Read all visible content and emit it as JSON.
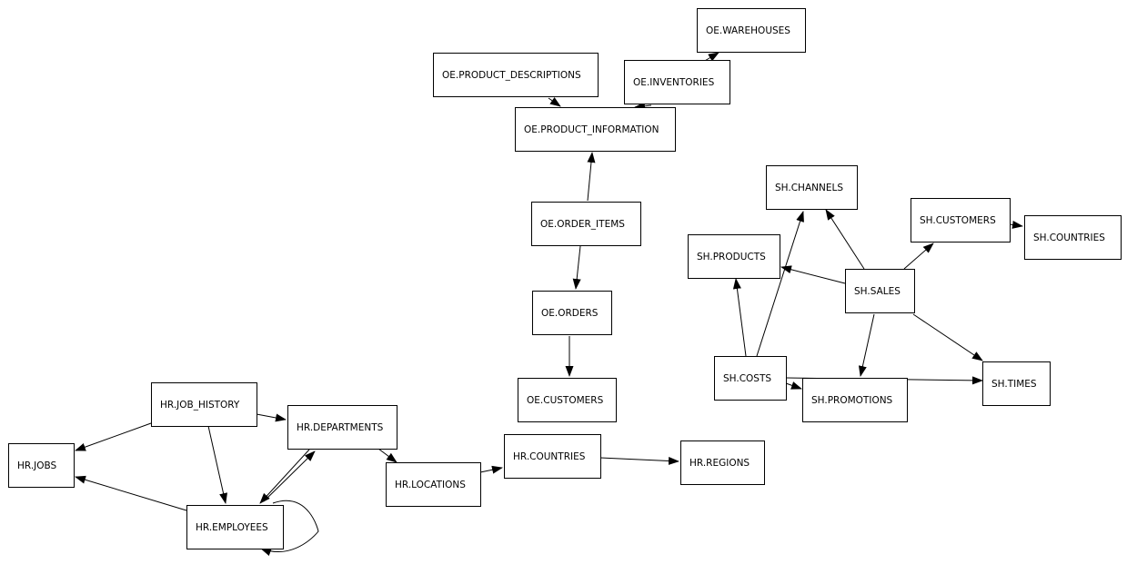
{
  "diagram": {
    "nodes": [
      {
        "id": "oe_warehouses",
        "label": "OE.WAREHOUSES"
      },
      {
        "id": "oe_product_descriptions",
        "label": "OE.PRODUCT_DESCRIPTIONS"
      },
      {
        "id": "oe_inventories",
        "label": "OE.INVENTORIES"
      },
      {
        "id": "oe_product_information",
        "label": "OE.PRODUCT_INFORMATION"
      },
      {
        "id": "oe_order_items",
        "label": "OE.ORDER_ITEMS"
      },
      {
        "id": "oe_orders",
        "label": "OE.ORDERS"
      },
      {
        "id": "oe_customers",
        "label": "OE.CUSTOMERS"
      },
      {
        "id": "sh_channels",
        "label": "SH.CHANNELS"
      },
      {
        "id": "sh_customers",
        "label": "SH.CUSTOMERS"
      },
      {
        "id": "sh_countries",
        "label": "SH.COUNTRIES"
      },
      {
        "id": "sh_products",
        "label": "SH.PRODUCTS"
      },
      {
        "id": "sh_sales",
        "label": "SH.SALES"
      },
      {
        "id": "sh_costs",
        "label": "SH.COSTS"
      },
      {
        "id": "sh_promotions",
        "label": "SH.PROMOTIONS"
      },
      {
        "id": "sh_times",
        "label": "SH.TIMES"
      },
      {
        "id": "hr_job_history",
        "label": "HR.JOB_HISTORY"
      },
      {
        "id": "hr_departments",
        "label": "HR.DEPARTMENTS"
      },
      {
        "id": "hr_jobs",
        "label": "HR.JOBS"
      },
      {
        "id": "hr_employees",
        "label": "HR.EMPLOYEES"
      },
      {
        "id": "hr_locations",
        "label": "HR.LOCATIONS"
      },
      {
        "id": "hr_countries",
        "label": "HR.COUNTRIES"
      },
      {
        "id": "hr_regions",
        "label": "HR.REGIONS"
      }
    ],
    "edges": [
      {
        "from": "oe_inventories",
        "to": "oe_warehouses"
      },
      {
        "from": "oe_product_descriptions",
        "to": "oe_product_information"
      },
      {
        "from": "oe_inventories",
        "to": "oe_product_information"
      },
      {
        "from": "oe_order_items",
        "to": "oe_product_information"
      },
      {
        "from": "oe_order_items",
        "to": "oe_orders"
      },
      {
        "from": "oe_orders",
        "to": "oe_customers"
      },
      {
        "from": "sh_sales",
        "to": "sh_channels"
      },
      {
        "from": "sh_sales",
        "to": "sh_customers"
      },
      {
        "from": "sh_customers",
        "to": "sh_countries"
      },
      {
        "from": "sh_sales",
        "to": "sh_products"
      },
      {
        "from": "sh_sales",
        "to": "sh_promotions"
      },
      {
        "from": "sh_sales",
        "to": "sh_times"
      },
      {
        "from": "sh_costs",
        "to": "sh_products"
      },
      {
        "from": "sh_costs",
        "to": "sh_channels"
      },
      {
        "from": "sh_costs",
        "to": "sh_promotions"
      },
      {
        "from": "sh_costs",
        "to": "sh_times"
      },
      {
        "from": "hr_job_history",
        "to": "hr_jobs"
      },
      {
        "from": "hr_job_history",
        "to": "hr_departments"
      },
      {
        "from": "hr_job_history",
        "to": "hr_employees"
      },
      {
        "from": "hr_employees",
        "to": "hr_jobs"
      },
      {
        "from": "hr_employees",
        "to": "hr_departments"
      },
      {
        "from": "hr_departments",
        "to": "hr_employees"
      },
      {
        "from": "hr_employees",
        "to": "hr_employees"
      },
      {
        "from": "hr_departments",
        "to": "hr_locations"
      },
      {
        "from": "hr_locations",
        "to": "hr_countries"
      },
      {
        "from": "hr_countries",
        "to": "hr_regions"
      }
    ]
  }
}
